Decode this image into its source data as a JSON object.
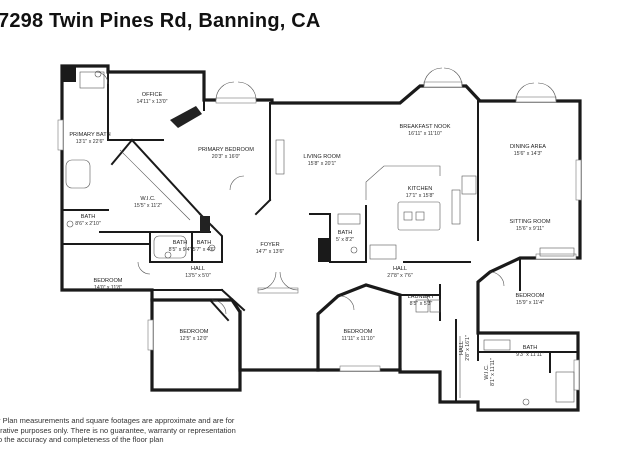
{
  "header": {
    "address": "7298 Twin Pines Rd, Banning, CA"
  },
  "rooms": {
    "office": {
      "name": "OFFICE",
      "dims": "14'11\" x 13'0\""
    },
    "primary_bath": {
      "name": "PRIMARY BATH",
      "dims": "13'1\" x 22'6\""
    },
    "primary_bed": {
      "name": "PRIMARY BEDROOM",
      "dims": "20'3\" x 16'0\""
    },
    "wic1": {
      "name": "W.I.C.",
      "dims": "15'5\" x 11'2\""
    },
    "bath1": {
      "name": "BATH",
      "dims": "8'6\" x 2'10\""
    },
    "living": {
      "name": "LIVING ROOM",
      "dims": "15'8\" x 20'1\""
    },
    "breakfast": {
      "name": "BREAKFAST NOOK",
      "dims": "16'11\" x 11'10\""
    },
    "dining": {
      "name": "DINING AREA",
      "dims": "15'6\" x 14'3\""
    },
    "kitchen": {
      "name": "KITCHEN",
      "dims": "17'1\" x 15'8\""
    },
    "sitting": {
      "name": "SITTING ROOM",
      "dims": "15'6\" x 9'11\""
    },
    "bath_k": {
      "name": "BATH",
      "dims": "5' x 8'2\""
    },
    "bath2": {
      "name": "BATH",
      "dims": "8'5\" x 9'4\""
    },
    "bath3": {
      "name": "BATH",
      "dims": "5'7\" x 4'6\""
    },
    "foyer": {
      "name": "FOYER",
      "dims": "14'7\" x 13'6\""
    },
    "hall1": {
      "name": "HALL",
      "dims": "13'5\" x 5'0\""
    },
    "hall2": {
      "name": "HALL",
      "dims": "27'8\" x 7'6\""
    },
    "hall3": {
      "name": "HALL",
      "dims": "2'8\" x 16'1\""
    },
    "bed_left": {
      "name": "BEDROOM",
      "dims": "14'0\" x 11'8\""
    },
    "bed_center": {
      "name": "BEDROOM",
      "dims": "12'5\" x 12'0\""
    },
    "bed_right": {
      "name": "BEDROOM",
      "dims": "11'11\" x 11'10\""
    },
    "bed_east": {
      "name": "BEDROOM",
      "dims": "15'9\" x 11'4\""
    },
    "laundry": {
      "name": "LAUNDRY",
      "dims": "8'5\" x 5'3\""
    },
    "bath_e": {
      "name": "BATH",
      "dims": "9'3\" x 11'11\""
    },
    "wic2": {
      "name": "W.I.C.",
      "dims": "8'1\" x 11'11\""
    }
  },
  "disclaimer": [
    "r Plan measurements and square footages are approximate and are for",
    "trative purposes only. There is no guarantee, warranty or representation",
    "o the accuracy and completeness of the floor plan"
  ],
  "colors": {
    "wall": "#1a1a1a",
    "background": "#ffffff",
    "text": "#111111"
  }
}
